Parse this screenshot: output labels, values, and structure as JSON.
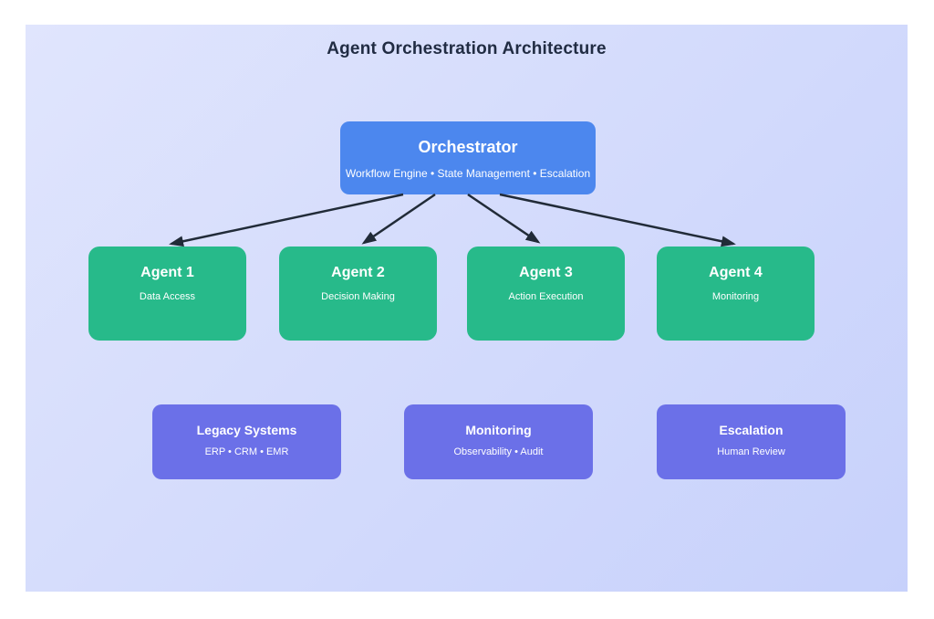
{
  "diagram": {
    "title": "Agent Orchestration Architecture",
    "orchestrator": {
      "title": "Orchestrator",
      "subtitle": "Workflow Engine • State Management • Escalation"
    },
    "agents": [
      {
        "title": "Agent 1",
        "subtitle": "Data Access"
      },
      {
        "title": "Agent 2",
        "subtitle": "Decision Making"
      },
      {
        "title": "Agent 3",
        "subtitle": "Action Execution"
      },
      {
        "title": "Agent 4",
        "subtitle": "Monitoring"
      }
    ],
    "support": [
      {
        "title": "Legacy Systems",
        "subtitle": "ERP • CRM • EMR"
      },
      {
        "title": "Monitoring",
        "subtitle": "Observability • Audit"
      },
      {
        "title": "Escalation",
        "subtitle": "Human Review"
      }
    ],
    "colors": {
      "canvas_from": "#e0e5fd",
      "canvas_to": "#c7d1fb",
      "orchestrator": "#4c87ee",
      "agent": "#27ba8a",
      "support": "#6b70e8",
      "arrow": "#212b38",
      "title_text": "#212c43",
      "node_text": "#ffffff"
    }
  }
}
